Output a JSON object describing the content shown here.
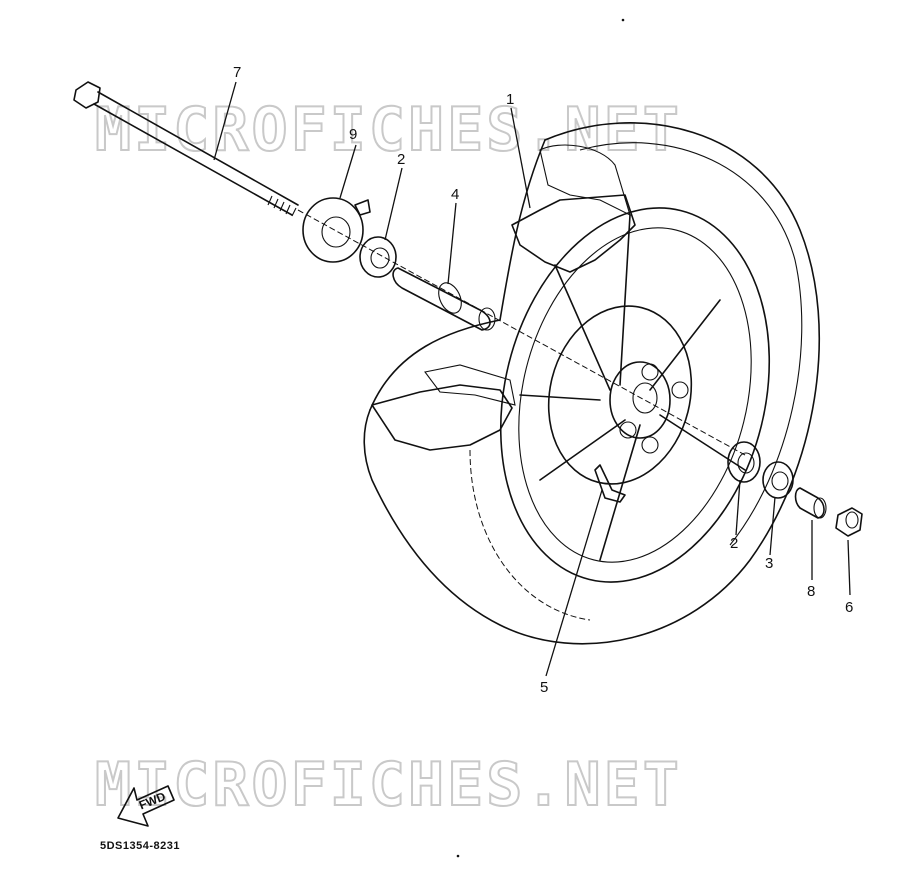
{
  "watermark": "MICROFICHES.NET",
  "diagram_code": "5DS1354-8231",
  "fwd_label": "FWD",
  "callouts": {
    "c1": "1",
    "c2a": "2",
    "c2b": "2",
    "c3": "3",
    "c4": "4",
    "c5": "5",
    "c6": "6",
    "c7": "7",
    "c8": "8",
    "c9": "9"
  }
}
